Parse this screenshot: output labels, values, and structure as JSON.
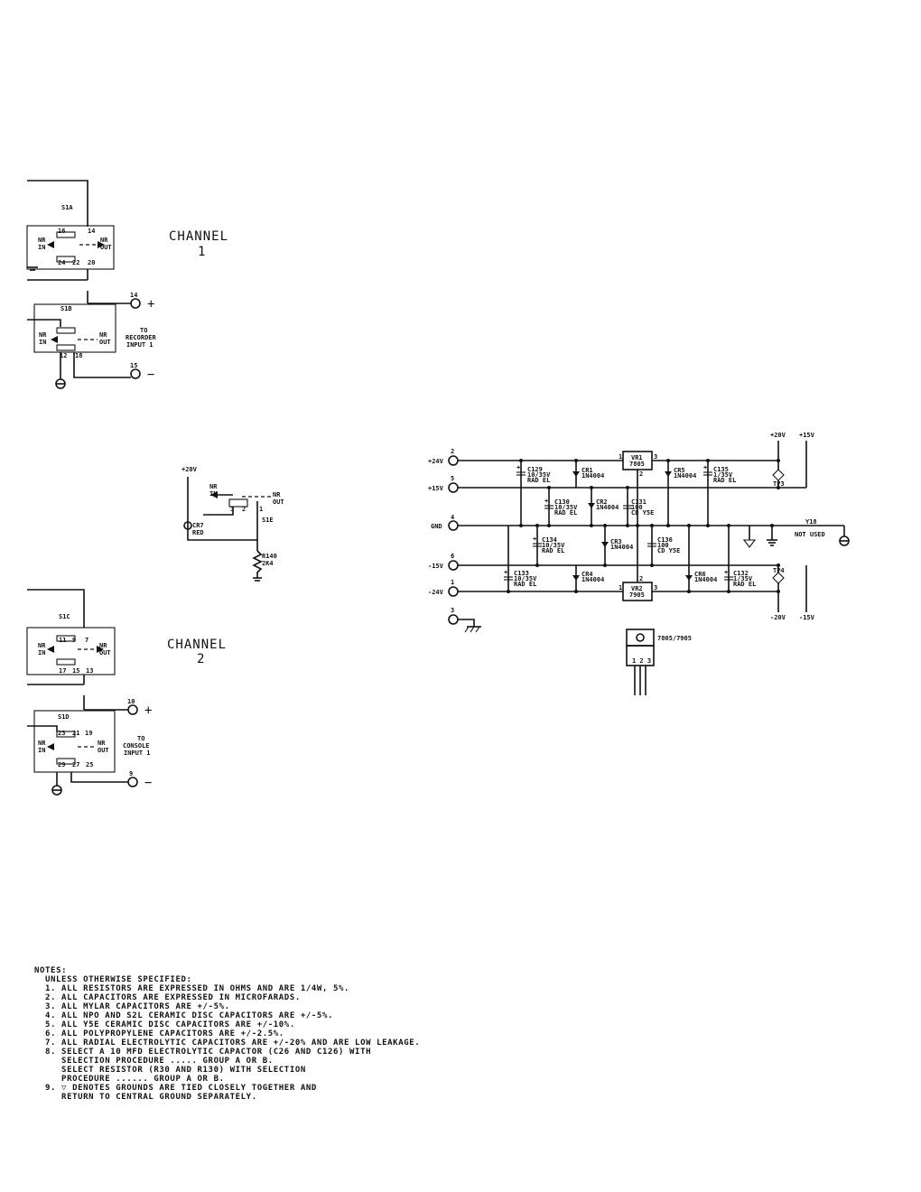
{
  "channel1": {
    "title": "CHANNEL",
    "number": "1",
    "switch_a": "S1A",
    "switch_b": "S1B",
    "pins": [
      "16",
      "14",
      "24",
      "22",
      "20",
      "12",
      "18"
    ],
    "nr_in": [
      "NR",
      "IN"
    ],
    "nr_out": [
      "NR",
      "OUT"
    ],
    "terminal_plus": "14",
    "terminal_minus": "15",
    "dest": [
      "TO",
      "RECORDER",
      "INPUT 1"
    ]
  },
  "indicator": {
    "supply": "+20V",
    "nr_in": [
      "NR",
      "IN"
    ],
    "nr_out": [
      "NR",
      "OUT"
    ],
    "pins": [
      "3",
      "2",
      "1"
    ],
    "led": [
      "CR7",
      "RED"
    ],
    "switch": "S1E",
    "resistor": [
      "R140",
      "2K4"
    ]
  },
  "channel2": {
    "title": "CHANNEL",
    "number": "2",
    "switch_a": "S1C",
    "switch_b": "S1D",
    "pins": [
      "11",
      "9",
      "7",
      "17",
      "15",
      "13",
      "23",
      "21",
      "19",
      "29",
      "27",
      "25"
    ],
    "nr_in": [
      "NR",
      "IN"
    ],
    "nr_out": [
      "NR",
      "OUT"
    ],
    "terminal_plus": "10",
    "terminal_minus": "9",
    "dest": [
      "TO",
      "CONSOLE",
      "INPUT 1"
    ]
  },
  "power": {
    "rails": [
      {
        "pin": "2",
        "label": "+24V"
      },
      {
        "pin": "5",
        "label": "+15V"
      },
      {
        "pin": "4",
        "label": "GND"
      },
      {
        "pin": "6",
        "label": "-15V"
      },
      {
        "pin": "1",
        "label": "-24V"
      },
      {
        "pin": "3",
        "label": ""
      }
    ],
    "vr1": [
      "VR1",
      "7805"
    ],
    "vr2": [
      "VR2",
      "7905"
    ],
    "vr_pins": [
      "1",
      "3",
      "2",
      "2",
      "1",
      "3"
    ],
    "out_labels": [
      "+20V",
      "+15V",
      "-20V",
      "-15V"
    ],
    "tp": [
      "TP3",
      "TP4"
    ],
    "y18": [
      "Y18",
      "NOT USED"
    ],
    "components": [
      {
        "ref": "C129",
        "value": "10/35V",
        "type": "RAD EL"
      },
      {
        "ref": "CR1",
        "value": "1N4004"
      },
      {
        "ref": "CR5",
        "value": "1N4004"
      },
      {
        "ref": "C135",
        "value": "1/35V",
        "type": "RAD EL"
      },
      {
        "ref": "C130",
        "value": "10/35V",
        "type": "RAD EL"
      },
      {
        "ref": "CR2",
        "value": "1N4004"
      },
      {
        "ref": "C131",
        "value": "100",
        "type": "CD Y5E"
      },
      {
        "ref": "C134",
        "value": "10/35V",
        "type": "RAD EL"
      },
      {
        "ref": "CR3",
        "value": "1N4004"
      },
      {
        "ref": "C136",
        "value": "100",
        "type": "CD Y5E"
      },
      {
        "ref": "C133",
        "value": "10/35V",
        "type": "RAD EL"
      },
      {
        "ref": "CR4",
        "value": "1N4004"
      },
      {
        "ref": "CR6",
        "value": "1N4004"
      },
      {
        "ref": "C132",
        "value": "1/35V",
        "type": "RAD EL"
      }
    ],
    "package_label": "7805/7905",
    "package_pins": "1 2 3"
  },
  "notes": {
    "heading": "NOTES:",
    "lines": [
      "UNLESS OTHERWISE SPECIFIED:",
      "1. ALL RESISTORS ARE EXPRESSED IN OHMS AND ARE 1/4W, 5%.",
      "2. ALL CAPACITORS ARE EXPRESSED IN MICROFARADS.",
      "3. ALL MYLAR CAPACITORS ARE +/-5%.",
      "4. ALL NPO AND S2L CERAMIC DISC CAPACITORS ARE +/-5%.",
      "5. ALL Y5E CERAMIC DISC CAPACITORS ARE +/-10%.",
      "6. ALL POLYPROPYLENE CAPACITORS ARE +/-2.5%.",
      "7. ALL RADIAL ELECTROLYTIC CAPACITORS ARE +/-20% AND ARE LOW LEAKAGE.",
      "8. SELECT A 10 MFD ELECTROLYTIC CAPACTOR (C26 AND C126) WITH",
      "   SELECTION PROCEDURE ..... GROUP A OR B.",
      "   SELECT RESISTOR (R30 AND R130) WITH SELECTION",
      "   PROCEDURE ...... GROUP A OR B.",
      "9. ▽ DENOTES GROUNDS ARE TIED CLOSELY TOGETHER AND",
      "   RETURN TO CENTRAL GROUND SEPARATELY."
    ]
  }
}
